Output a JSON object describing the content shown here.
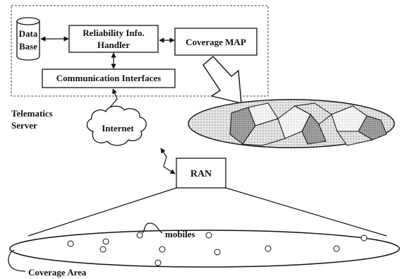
{
  "server": {
    "database_line1": "Data",
    "database_line2": "Base",
    "handler_line1": "Reliability Info.",
    "handler_line2": "Handler",
    "coverage_map": "Coverage MAP",
    "comm_interfaces": "Communication Interfaces",
    "label_line1": "Telematics",
    "label_line2": "Server"
  },
  "internet": "Internet",
  "ran": "RAN",
  "mobiles": "mobiles",
  "coverage_area": "Coverage Area",
  "colors": {
    "stroke": "#111111",
    "dots_fill": "#d4d4d4",
    "light_fill": "#efefef",
    "dark_fill": "#9a9a9a"
  }
}
